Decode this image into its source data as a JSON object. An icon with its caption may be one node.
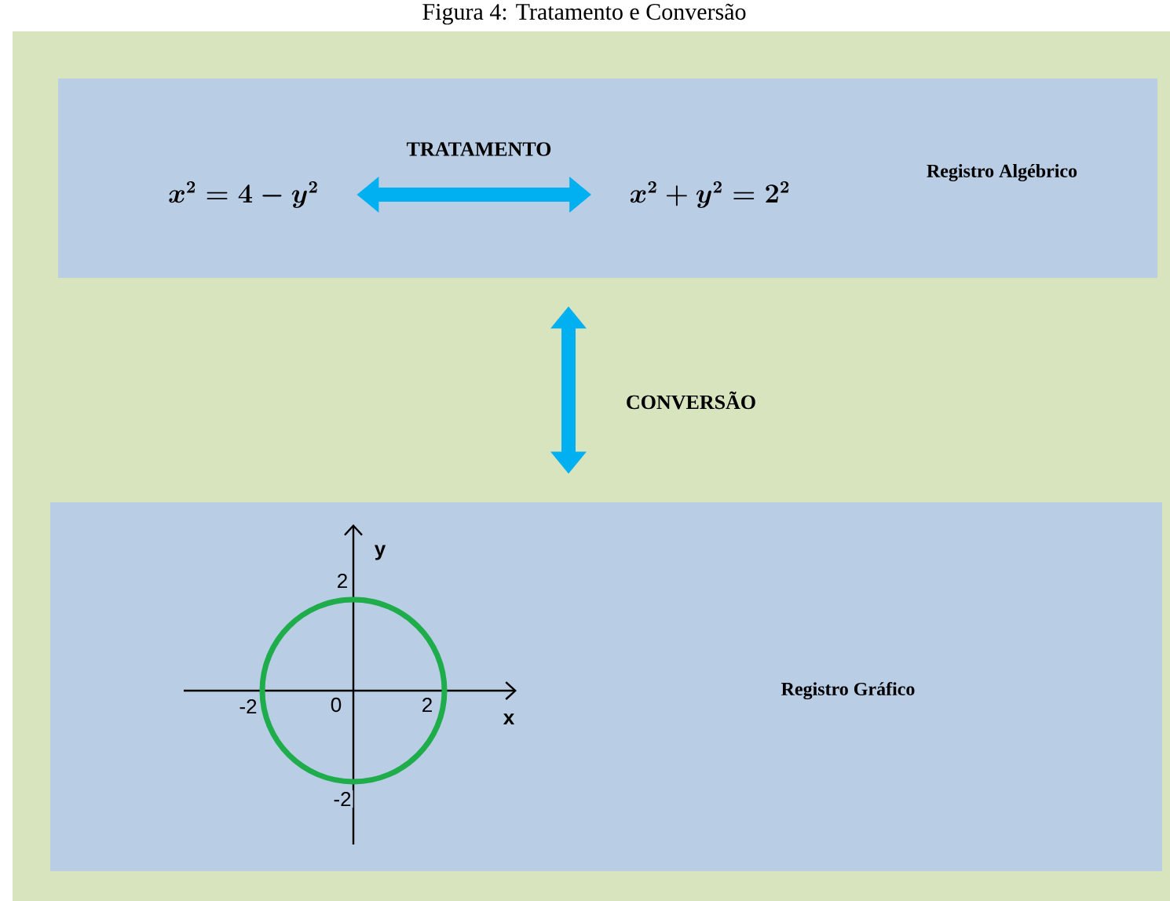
{
  "diagram": {
    "title": "Figura 4: Tratamento e Conversão",
    "nodes": [
      {
        "text": [
          "Registro Algébrico"
        ]
      },
      {
        "text": [
          "x^2 = 4 - y^2"
        ],
        "in": 0
      },
      {
        "text": [
          "x^2 + y^2 = 2^2"
        ],
        "in": 0
      },
      {
        "text": [
          "Registro Gráfico"
        ]
      }
    ],
    "edges": [
      {
        "from": 1,
        "to": 2,
        "arrow": "both",
        "label": "TRATAMENTO"
      },
      {
        "from": 0,
        "to": 3,
        "arrow": "both",
        "label": "CONVERSÃO"
      }
    ],
    "labels": [
      "y",
      "2",
      "-2",
      "0",
      "2",
      "x",
      "-2"
    ]
  }
}
